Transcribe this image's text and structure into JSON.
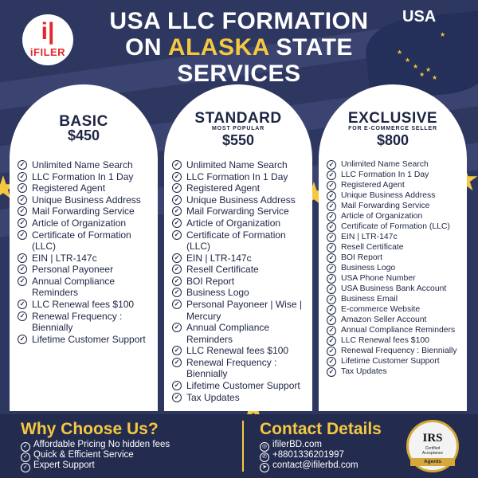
{
  "brand": {
    "logo_mark": "i|",
    "name": "iFILER"
  },
  "title": {
    "line1": "USA LLC FORMATION",
    "line2_prefix": "ON ",
    "line2_highlight": "ALASKA",
    "line2_suffix": " STATE",
    "line3": "SERVICES"
  },
  "flag_label": "USA",
  "plans": [
    {
      "name": "BASIC",
      "subtitle": "",
      "price": "$450",
      "features": [
        "Unlimited Name Search",
        "LLC Formation In 1 Day",
        "Registered Agent",
        "Unique Business Address",
        "Mail Forwarding Service",
        "Article of Organization",
        "Certificate of Formation (LLC)",
        "EIN | LTR-147c",
        "Personal Payoneer",
        "Annual Compliance Reminders",
        "LLC Renewal fees $100",
        "Renewal Frequency : Biennially",
        "Lifetime Customer Support"
      ]
    },
    {
      "name": "STANDARD",
      "subtitle": "MOST POPULAR",
      "price": "$550",
      "features": [
        "Unlimited Name Search",
        "LLC Formation In 1 Day",
        "Registered Agent",
        "Unique Business Address",
        "Mail Forwarding Service",
        "Article of Organization",
        "Certificate of Formation (LLC)",
        "EIN | LTR-147c",
        "Resell Certificate",
        "BOI Report",
        "Business Logo",
        "Personal Payoneer | Wise | Mercury",
        "Annual Compliance Reminders",
        "LLC Renewal fees $100",
        "Renewal Frequency : Biennially",
        "Lifetime Customer Support",
        "Tax Updates"
      ]
    },
    {
      "name": "EXCLUSIVE",
      "subtitle": "FOR E-COMMERCE SELLER",
      "price": "$800",
      "features": [
        "Unlimited Name Search",
        "LLC Formation In 1 Day",
        "Registered Agent",
        "Unique Business Address",
        "Mail Forwarding Service",
        "Article of Organization",
        "Certificate of Formation (LLC)",
        "EIN | LTR-147c",
        "Resell Certificate",
        "BOI Report",
        "Business Logo",
        "USA Phone Number",
        "USA Business Bank Account",
        "Business Email",
        "E-commerce Website",
        "Amazon Seller Account",
        "Annual Compliance Reminders",
        "LLC Renewal fees $100",
        "Renewal Frequency : Biennially",
        "Lifetime Customer Support",
        "Tax Updates"
      ]
    }
  ],
  "why": {
    "heading": "Why Choose Us?",
    "items": [
      "Affordable Pricing No hidden fees",
      "Quick & Efficient Service",
      "Expert Support"
    ]
  },
  "contact": {
    "heading": "Contact Details",
    "website": "ifilerBD.com",
    "phone": "+8801336201997",
    "email": "contact@ifilerbd.com"
  },
  "seal": {
    "irs": "IRS",
    "line1": "Certified",
    "line2": "Acceptance",
    "ribbon": "Agents"
  },
  "icons": {
    "check": "check-circle-icon",
    "web": "globe-icon",
    "phone": "whatsapp-icon",
    "email": "telegram-icon"
  },
  "colors": {
    "navy": "#2e3760",
    "gold": "#f5c842",
    "red": "#e3262b",
    "text": "#1e2544"
  }
}
